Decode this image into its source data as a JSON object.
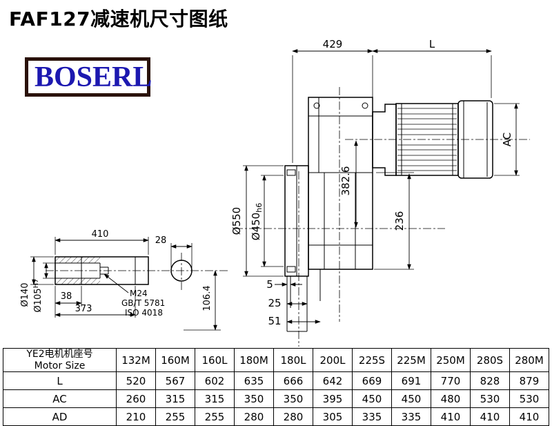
{
  "page": {
    "title": "FAF127减速机尺寸图纸",
    "logo_text": "BOSERL"
  },
  "drawing": {
    "dim_429": "429",
    "dim_L": "L",
    "dim_AC": "AC",
    "dim_dia550": "Ø550",
    "dim_dia450": "Ø450",
    "dim_dia450_tol": "h6",
    "dim_382_6": "382.6",
    "dim_236": "236",
    "dim_5": "5",
    "dim_25": "25",
    "dim_51": "51"
  },
  "shaft_detail": {
    "dim_410": "410",
    "dim_28": "28",
    "dim_38": "38",
    "dim_373": "373",
    "dim_dia140": "Ø140",
    "dim_dia105": "Ø105",
    "dim_dia105_tol": "H7",
    "thread_label": "M24",
    "thread_std1": "GB/T 5781",
    "thread_std2": "ISO 4018",
    "dim_106_4": "106.4"
  },
  "table": {
    "header_line1": "YE2电机机座号",
    "header_line2": "Motor Size",
    "columns": [
      "132M",
      "160M",
      "160L",
      "180M",
      "180L",
      "200L",
      "225S",
      "225M",
      "250M",
      "280S",
      "280M"
    ],
    "rows": [
      {
        "label": "L",
        "values": [
          520,
          567,
          602,
          635,
          666,
          642,
          669,
          691,
          770,
          828,
          879
        ]
      },
      {
        "label": "AC",
        "values": [
          260,
          315,
          315,
          350,
          350,
          395,
          450,
          450,
          480,
          530,
          530
        ]
      },
      {
        "label": "AD",
        "values": [
          210,
          255,
          255,
          280,
          280,
          305,
          335,
          335,
          410,
          410,
          410
        ]
      }
    ]
  }
}
